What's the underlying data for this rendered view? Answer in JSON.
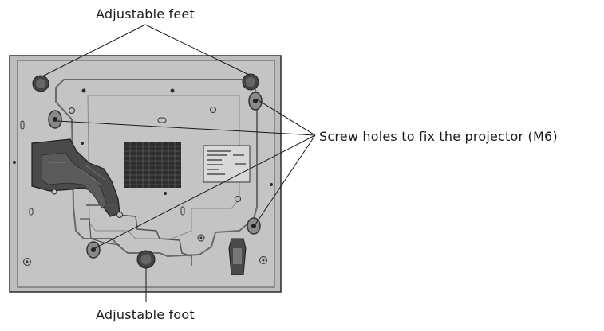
{
  "labels": {
    "adjustable_feet": "Adjustable feet",
    "screw_holes": "Screw holes to fix the projector (M6)",
    "adjustable_foot": "Adjustable foot"
  },
  "colors": {
    "body_fill": "#bdbdbd",
    "outline": "#2b2b2b",
    "dark_part": "#3a3a3a",
    "hole_fill": "#8a8a8a"
  }
}
